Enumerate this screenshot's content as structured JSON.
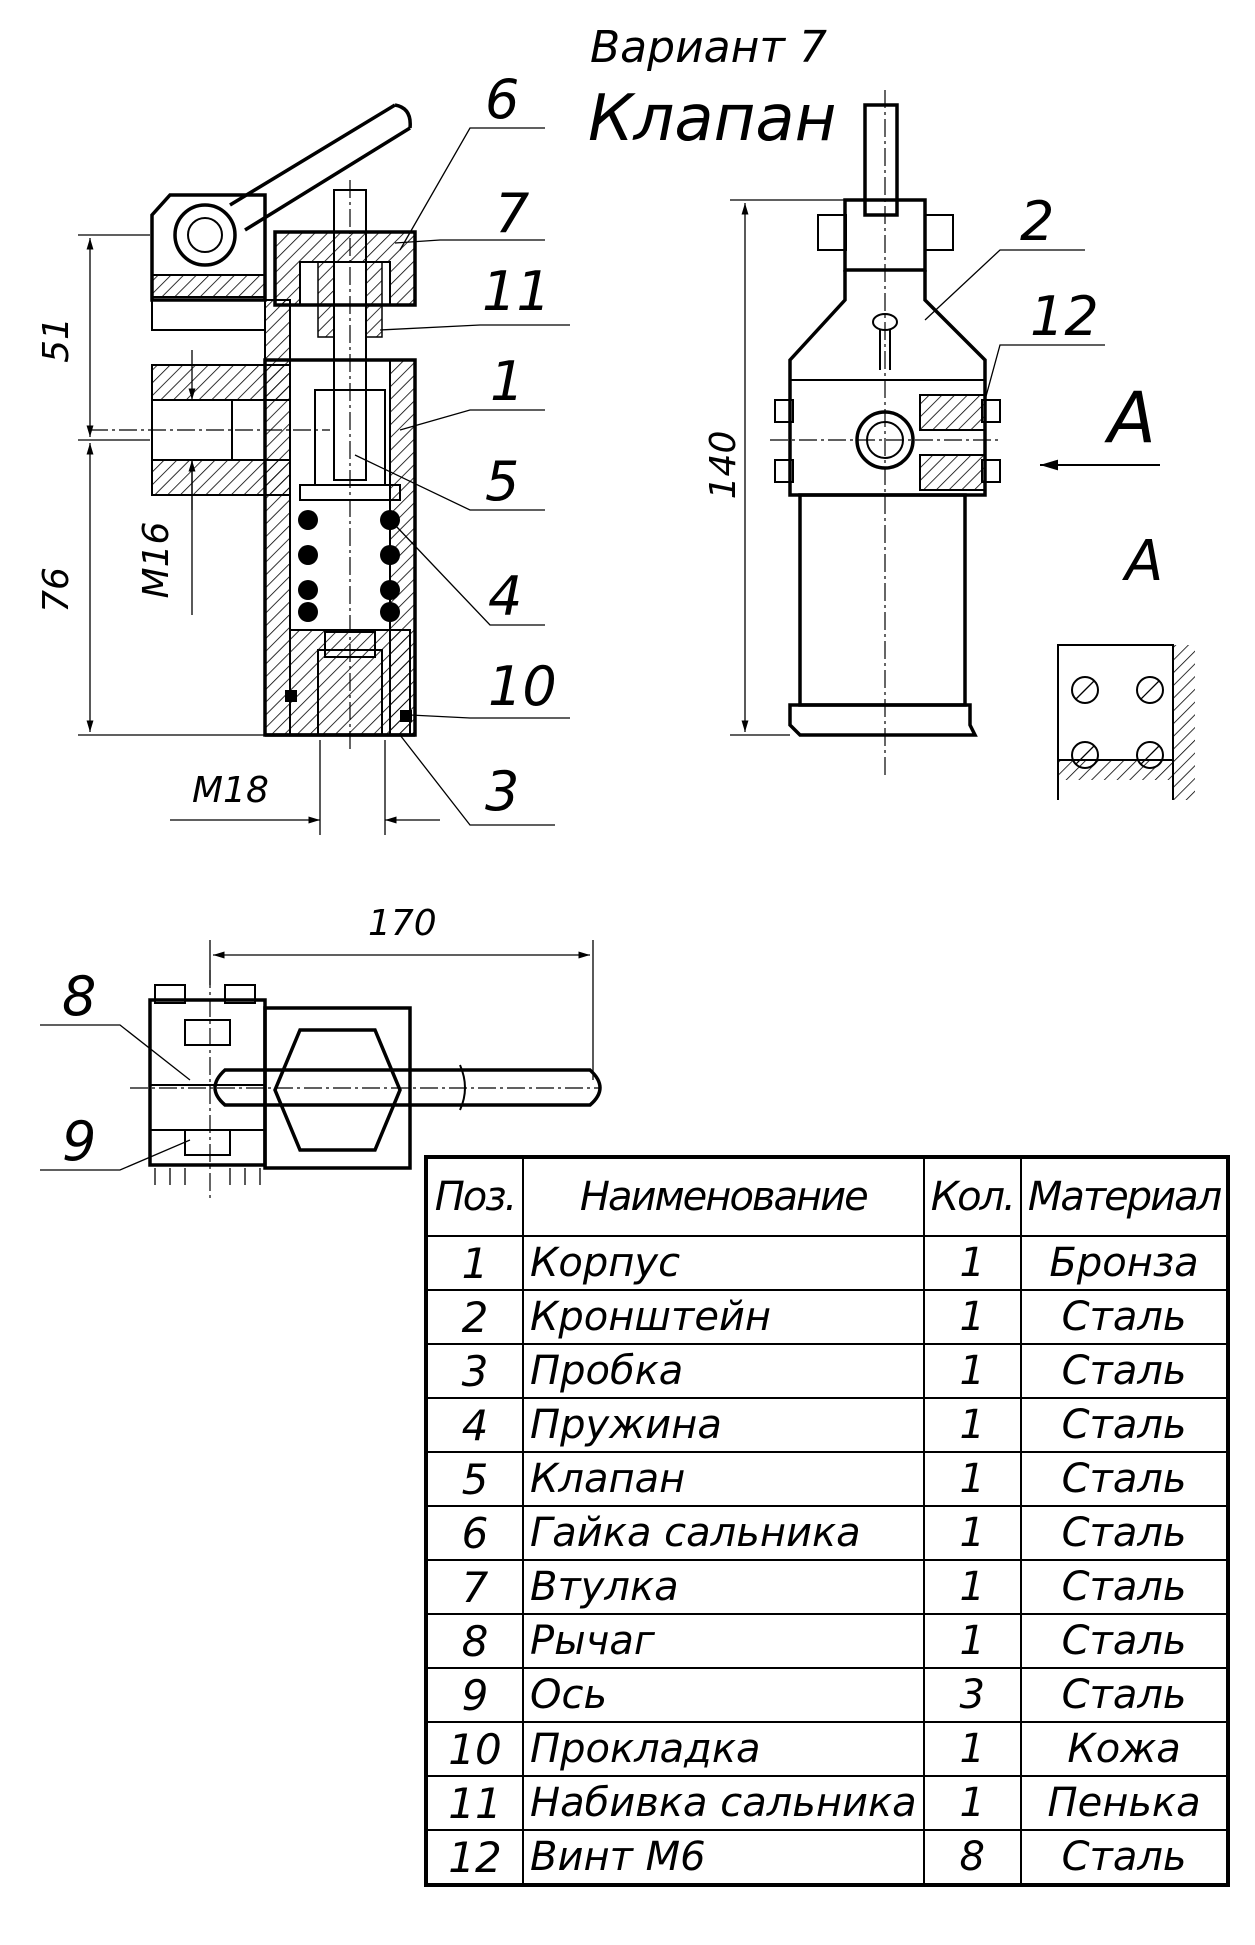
{
  "header": {
    "variant": "Вариант 7",
    "title": "Клапан"
  },
  "callouts": [
    "1",
    "2",
    "3",
    "4",
    "5",
    "6",
    "7",
    "8",
    "9",
    "10",
    "11",
    "12"
  ],
  "dimensions": {
    "d51": "51",
    "d76": "76",
    "m16": "M16",
    "m18": "M18",
    "d140": "140",
    "d170": "170"
  },
  "view_labels": {
    "arrow_a": "A",
    "view_a": "A"
  },
  "table": {
    "headers": {
      "pos": "Поз.",
      "name": "Наименование",
      "qty": "Кол.",
      "material": "Материал"
    },
    "rows": [
      {
        "pos": "1",
        "name": "Корпус",
        "qty": "1",
        "material": "Бронза"
      },
      {
        "pos": "2",
        "name": "Кронштейн",
        "qty": "1",
        "material": "Сталь"
      },
      {
        "pos": "3",
        "name": "Пробка",
        "qty": "1",
        "material": "Сталь"
      },
      {
        "pos": "4",
        "name": "Пружина",
        "qty": "1",
        "material": "Сталь"
      },
      {
        "pos": "5",
        "name": "Клапан",
        "qty": "1",
        "material": "Сталь"
      },
      {
        "pos": "6",
        "name": "Гайка сальника",
        "qty": "1",
        "material": "Сталь"
      },
      {
        "pos": "7",
        "name": "Втулка",
        "qty": "1",
        "material": "Сталь"
      },
      {
        "pos": "8",
        "name": "Рычаг",
        "qty": "1",
        "material": "Сталь"
      },
      {
        "pos": "9",
        "name": "Ось",
        "qty": "3",
        "material": "Сталь"
      },
      {
        "pos": "10",
        "name": "Прокладка",
        "qty": "1",
        "material": "Кожа"
      },
      {
        "pos": "11",
        "name": "Набивка сальника",
        "qty": "1",
        "material": "Пенька"
      },
      {
        "pos": "12",
        "name": "Винт M6",
        "qty": "8",
        "material": "Сталь"
      }
    ]
  }
}
